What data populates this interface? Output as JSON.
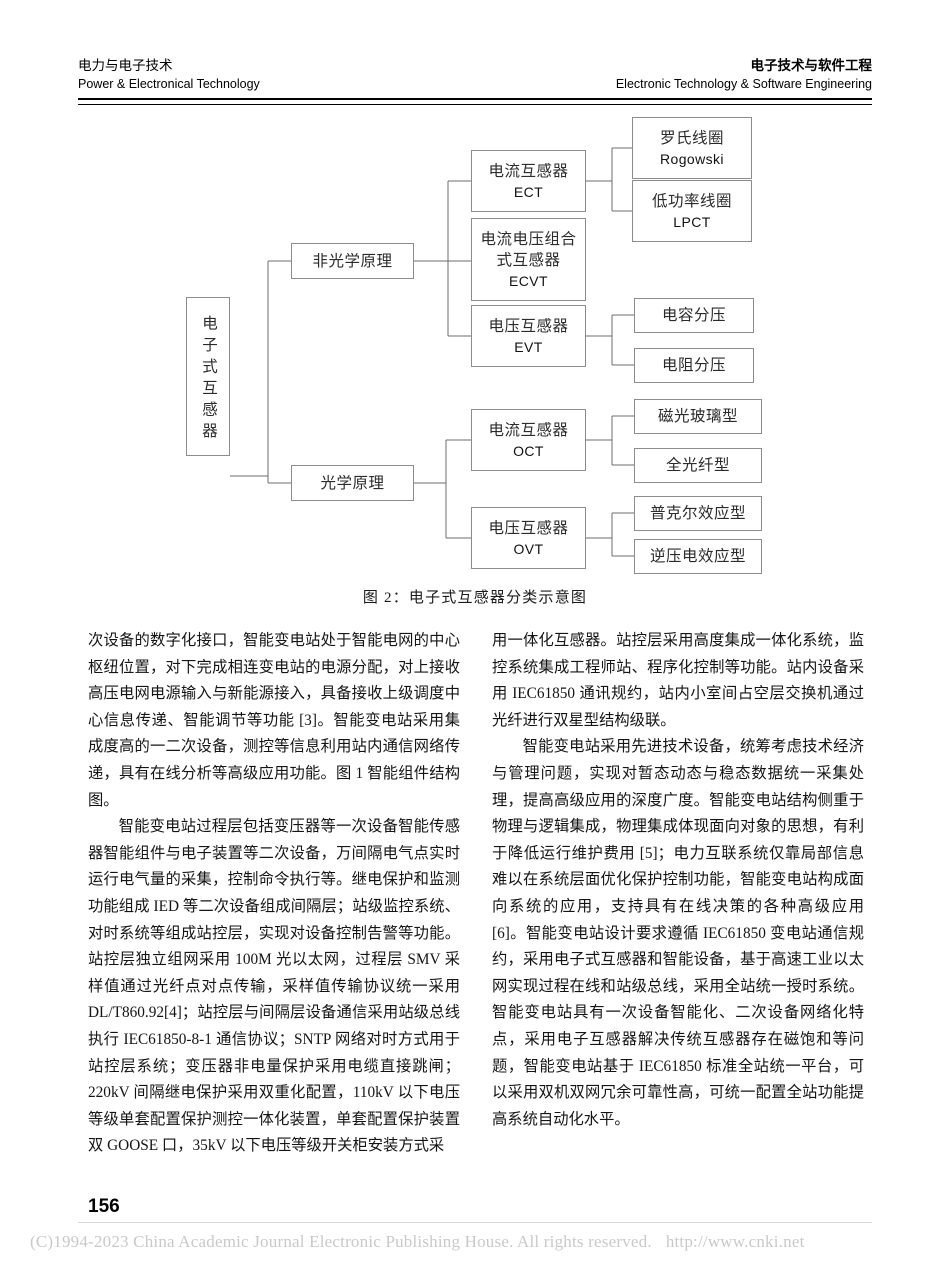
{
  "header": {
    "left_cn": "电力与电子技术",
    "left_en": "Power & Electronical Technology",
    "right_cn": "电子技术与软件工程",
    "right_en": "Electronic Technology & Software Engineering"
  },
  "figure": {
    "caption": "图 2：电子式互感器分类示意图",
    "nodes": {
      "root": "电子式互感器",
      "non_optical": "非光学原理",
      "optical": "光学原理",
      "ect_cn": "电流互感器",
      "ect_en": "ECT",
      "ecvt_cn1": "电流电压组合",
      "ecvt_cn2": "式互感器",
      "ecvt_en": "ECVT",
      "evt_cn": "电压互感器",
      "evt_en": "EVT",
      "rogowski_cn": "罗氏线圈",
      "rogowski_en": "Rogowski",
      "lpct_cn": "低功率线圈",
      "lpct_en": "LPCT",
      "cap_divider": "电容分压",
      "res_divider": "电阻分压",
      "oct_cn": "电流互感器",
      "oct_en": "OCT",
      "ovt_cn": "电压互感器",
      "ovt_en": "OVT",
      "magneto_glass": "磁光玻璃型",
      "all_fiber": "全光纤型",
      "pockels": "普克尔效应型",
      "inverse_piezo": "逆压电效应型"
    }
  },
  "body": {
    "left": [
      {
        "indent": false,
        "text": "次设备的数字化接口，智能变电站处于智能电网的中心枢纽位置，对下完成相连变电站的电源分配，对上接收高压电网电源输入与新能源接入，具备接收上级调度中心信息传递、智能调节等功能 [3]。智能变电站采用集成度高的一二次设备，测控等信息利用站内通信网络传递，具有在线分析等高级应用功能。图 1 智能组件结构图。"
      },
      {
        "indent": true,
        "text": "智能变电站过程层包括变压器等一次设备智能传感器智能组件与电子装置等二次设备，万间隔电气点实时运行电气量的采集，控制命令执行等。继电保护和监测功能组成 IED 等二次设备组成间隔层；站级监控系统、对时系统等组成站控层，实现对设备控制告警等功能。站控层独立组网采用 100M 光以太网，过程层 SMV 采样值通过光纤点对点传输，采样值传输协议统一采用 DL/T860.92[4]；站控层与间隔层设备通信采用站级总线执行 IEC61850-8-1 通信协议；SNTP 网络对时方式用于站控层系统；变压器非电量保护采用电缆直接跳闸；220kV 间隔继电保护采用双重化配置，110kV 以下电压等级单套配置保护测控一体化装置，单套配置保护装置双 GOOSE 口，35kV 以下电压等级开关柜安装方式采"
      }
    ],
    "right": [
      {
        "indent": false,
        "text": "用一体化互感器。站控层采用高度集成一体化系统，监控系统集成工程师站、程序化控制等功能。站内设备采用 IEC61850 通讯规约，站内小室间占空层交换机通过光纤进行双星型结构级联。"
      },
      {
        "indent": true,
        "text": "智能变电站采用先进技术设备，统筹考虑技术经济与管理问题，实现对暂态动态与稳态数据统一采集处理，提高高级应用的深度广度。智能变电站结构侧重于物理与逻辑集成，物理集成体现面向对象的思想，有利于降低运行维护费用 [5]；电力互联系统仅靠局部信息难以在系统层面优化保护控制功能，智能变电站构成面向系统的应用，支持具有在线决策的各种高级应用 [6]。智能变电站设计要求遵循 IEC61850 变电站通信规约，采用电子式互感器和智能设备，基于高速工业以太网实现过程在线和站级总线，采用全站统一授时系统。智能变电站具有一次设备智能化、二次设备网络化特点，采用电子互感器解决传统互感器存在磁饱和等问题，智能变电站基于 IEC61850 标准全站统一平台，可以采用双机双网冗余可靠性高，可统一配置全站功能提高系统自动化水平。"
      }
    ]
  },
  "footer": {
    "page_number": "156",
    "copyright": "(C)1994-2023 China Academic Journal Electronic Publishing House. All rights reserved.",
    "url": "http://www.cnki.net"
  },
  "colors": {
    "text": "#141414",
    "node_border": "#8c8c8c",
    "connector": "#6e6e6e",
    "watermark": "#c9c9c9"
  }
}
